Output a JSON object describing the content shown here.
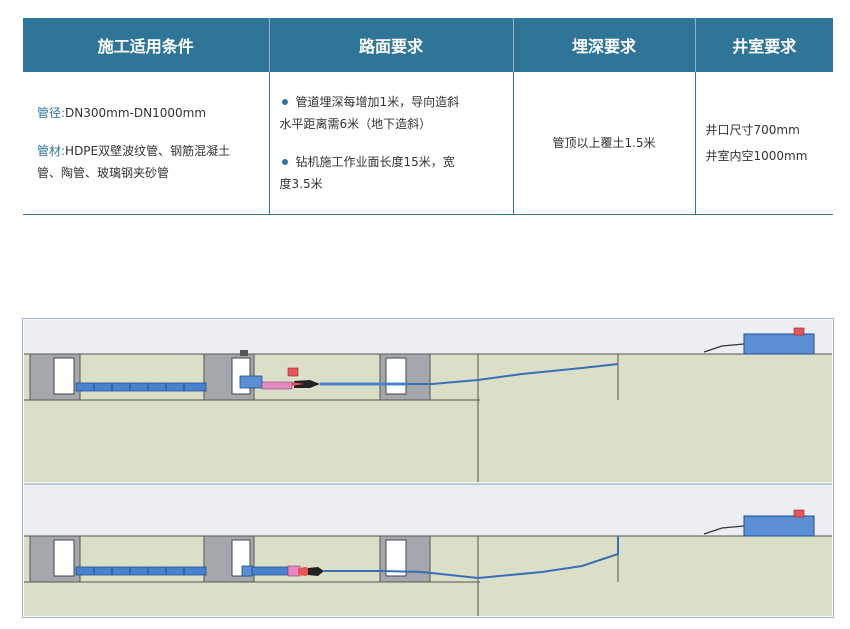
{
  "table": {
    "headers": [
      "施工适用条件",
      "路面要求",
      "埋深要求",
      "井室要求"
    ],
    "col1": {
      "pipe_dia_key": "管径:",
      "pipe_dia_val": "DN300mm-DN1000mm",
      "pipe_mat_key": "管材:",
      "pipe_mat_val1": "HDPE双壁波纹管、钢筋混凝土",
      "pipe_mat_val2": "管、陶管、玻璃钢夹砂管"
    },
    "col2": {
      "item1_line1": "管道埋深每增加1米，导向造斜",
      "item1_line2": "水平距离需6米（地下造斜）",
      "item2_line1": "钻机施工作业面长度15米，宽",
      "item2_line2": "度3.5米"
    },
    "col3": {
      "text": "管顶以上覆土1.5米"
    },
    "col4": {
      "line1": "井口尺寸700mm",
      "line2": "井室内空1000mm"
    }
  },
  "colors": {
    "header_bg": "#2e7597",
    "soil": "#dcdfc8",
    "sky": "#eceef1",
    "well": "#a4a7ab",
    "pipe": "#4a82d0",
    "machine": "#5d8ed4",
    "red_box": "#e4565a",
    "pink": "#e48ac2"
  },
  "icons": [
    "bullet-dot-icon"
  ]
}
